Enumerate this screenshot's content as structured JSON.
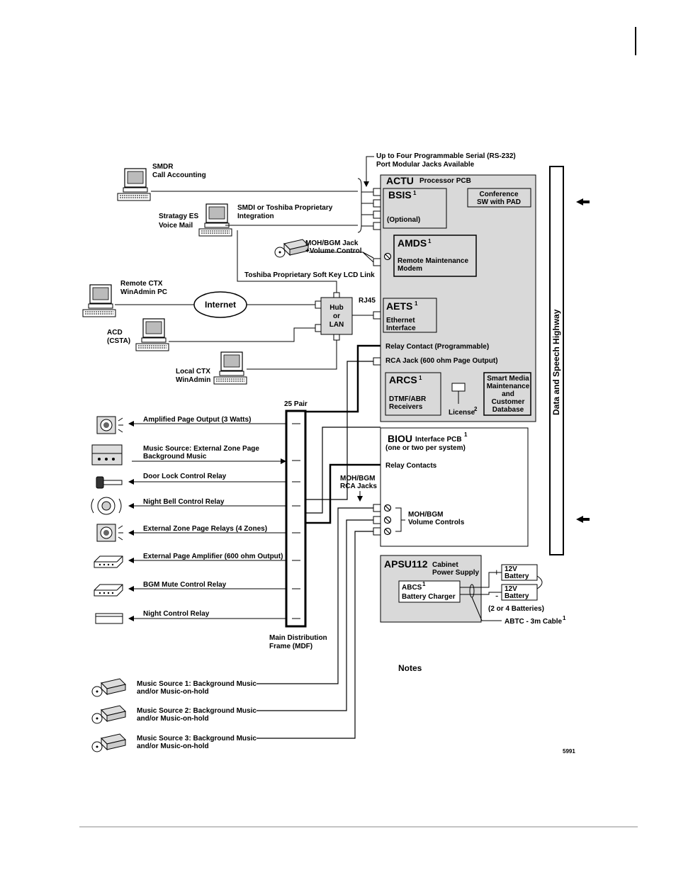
{
  "header": {
    "rule": ""
  },
  "serial": {
    "line1": "Up to Four Programmable Serial (RS-232)",
    "line2": "Port Modular Jacks Available"
  },
  "pcs": {
    "smdr": [
      "SMDR",
      "Call Accounting"
    ],
    "stratagy": [
      "Stratagy ES",
      "Voice Mail"
    ],
    "smdi": [
      "SMDI or Toshiba Proprietary",
      "Integration"
    ],
    "remote_ctx": [
      "Remote CTX",
      "WinAdmin PC"
    ],
    "acd": [
      "ACD",
      "(CSTA)"
    ],
    "local_ctx": [
      "Local CTX",
      "WinAdmin"
    ]
  },
  "moh_jack": [
    "MOH/BGM Jack",
    "+Volume Control"
  ],
  "soft_key": "Toshiba Proprietary Soft Key LCD Link",
  "internet": "Internet",
  "hub": [
    "Hub",
    "or",
    "LAN"
  ],
  "rj45": "RJ45",
  "actu": {
    "title": "ACTU",
    "subtitle": "Processor PCB"
  },
  "bsis": {
    "title": "BSIS",
    "sup": "1",
    "optional": "(Optional)"
  },
  "conference": [
    "Conference",
    "SW with PAD"
  ],
  "amds": {
    "title": "AMDS",
    "sup": "1",
    "desc": [
      "Remote Maintenance",
      "Modem"
    ]
  },
  "aets": {
    "title": "AETS",
    "sup": "1",
    "desc": [
      "Ethernet",
      "Interface"
    ]
  },
  "relay_contact": "Relay Contact (Programmable)",
  "rca_jack": "RCA Jack (600 ohm Page Output)",
  "arcs": {
    "title": "ARCS",
    "sup": "1",
    "desc": [
      "DTMF/ABR",
      "Receivers"
    ]
  },
  "license": {
    "text": "License",
    "sup": "2"
  },
  "smart_media": [
    "Smart Media",
    "Maintenance",
    "and",
    "Customer",
    "Database"
  ],
  "highway": "Data and Speech Highway",
  "pair25": "25 Pair",
  "biou": {
    "title": "BIOU",
    "subtitle": "Interface PCB",
    "sup": "1",
    "line2": "(one or two per system)",
    "relay": "Relay Contacts"
  },
  "moh_rca": [
    "MOH/BGM",
    "RCA Jacks"
  ],
  "moh_vol": [
    "MOH/BGM",
    "Volume Controls"
  ],
  "apsu": {
    "title": "APSU112",
    "desc": [
      "Cabinet",
      "Power Supply"
    ]
  },
  "abcs": {
    "title": "ABCS",
    "sup": "1",
    "desc": "Battery Charger"
  },
  "battery": [
    "12V",
    "Battery"
  ],
  "battery_count": "(2 or 4 Batteries)",
  "abtc": {
    "text": "ABTC - 3m Cable",
    "sup": "1"
  },
  "peripherals": [
    "Amplified Page Output (3 Watts)",
    "Music Source: External Zone Page",
    "Background Music",
    "Door Lock Control Relay",
    "Night Bell Control Relay",
    "External Zone Page Relays (4 Zones)",
    "External Page Amplifier (600 ohm Output)",
    "BGM Mute Control Relay",
    "Night Control Relay"
  ],
  "mdf": [
    "Main Distribution",
    "Frame (MDF)"
  ],
  "notes": "Notes",
  "music_sources": [
    [
      "Music Source 1: Background Music",
      "and/or Music-on-hold"
    ],
    [
      "Music Source 2: Background Music",
      "and/or Music-on-hold"
    ],
    [
      "Music Source 3: Background Music",
      "and/or Music-on-hold"
    ]
  ],
  "figure_id": "5991"
}
